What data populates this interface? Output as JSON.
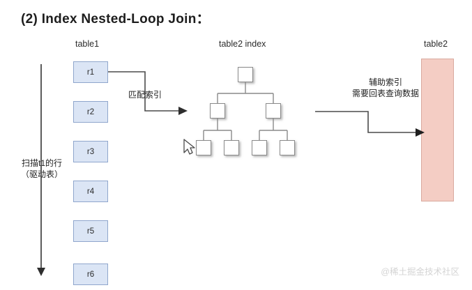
{
  "title": "(2)  Index Nested-Loop Join：",
  "labels": {
    "table1": "table1",
    "table2_index": "table2 index",
    "table2": "table2"
  },
  "table1_rows": [
    {
      "label": "r1"
    },
    {
      "label": "r2"
    },
    {
      "label": "r3"
    },
    {
      "label": "r4"
    },
    {
      "label": "r5"
    },
    {
      "label": "r6"
    }
  ],
  "annotations": {
    "scan_line1": "扫描t1的行",
    "scan_line2": "（驱动表）",
    "match_index": "匹配索引",
    "secondary_line1": "辅助索引",
    "secondary_line2": "需要回表查询数据"
  },
  "colors": {
    "row_fill": "#dbe5f5",
    "row_stroke": "#8fa6cc",
    "table2_fill": "#f4cdc4",
    "table2_stroke": "#d9a99e",
    "node_stroke": "#8a8a8a",
    "arrow": "#3a3a3a",
    "watermark": "#d4d4d4"
  },
  "icons": {
    "cursor": "mouse-cursor-icon"
  },
  "watermark": "@稀土掘金技术社区"
}
